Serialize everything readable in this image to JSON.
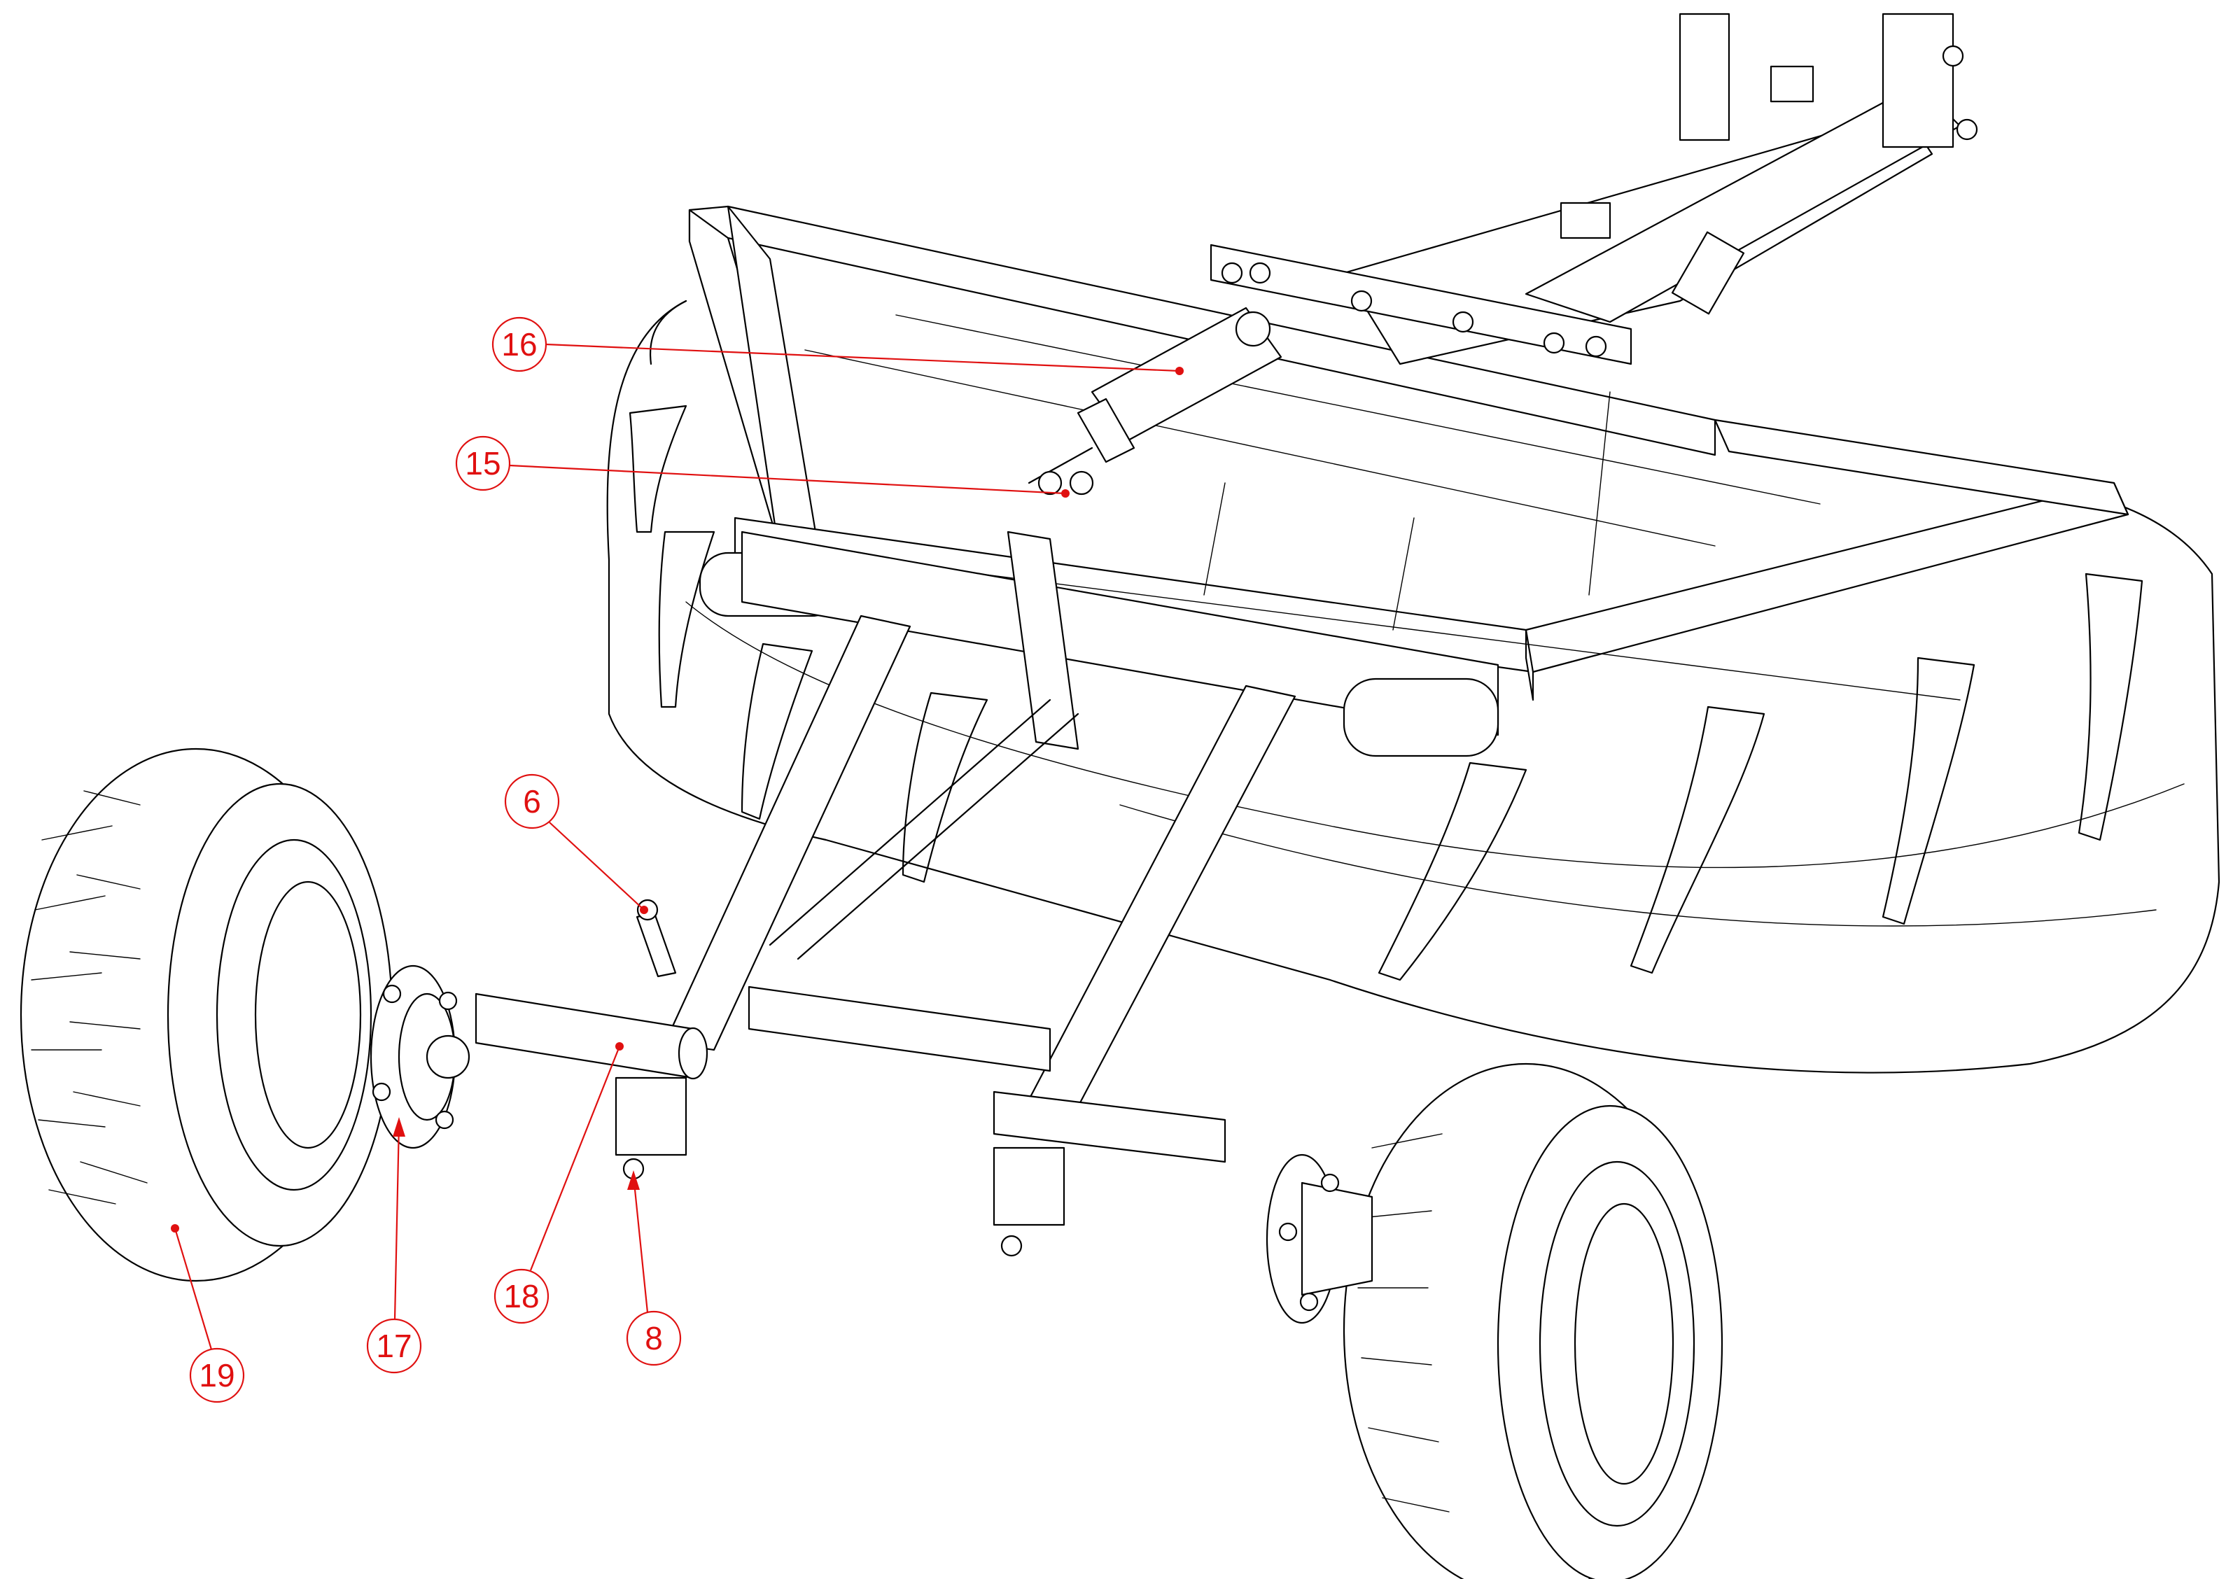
{
  "diagram": {
    "callouts": [
      {
        "id": "c16",
        "label": "16",
        "part": "hydraulic-cylinder"
      },
      {
        "id": "c15",
        "label": "15",
        "part": "clevis-pin"
      },
      {
        "id": "c6",
        "label": "6",
        "part": "bolt"
      },
      {
        "id": "c18",
        "label": "18",
        "part": "spindle-axle"
      },
      {
        "id": "c8",
        "label": "8",
        "part": "lock-nut"
      },
      {
        "id": "c17",
        "label": "17",
        "part": "wheel-hub"
      },
      {
        "id": "c19",
        "label": "19",
        "part": "tire-and-wheel"
      }
    ],
    "colors": {
      "line": "#000000",
      "callout": "#e01010",
      "background": "#ffffff"
    }
  }
}
